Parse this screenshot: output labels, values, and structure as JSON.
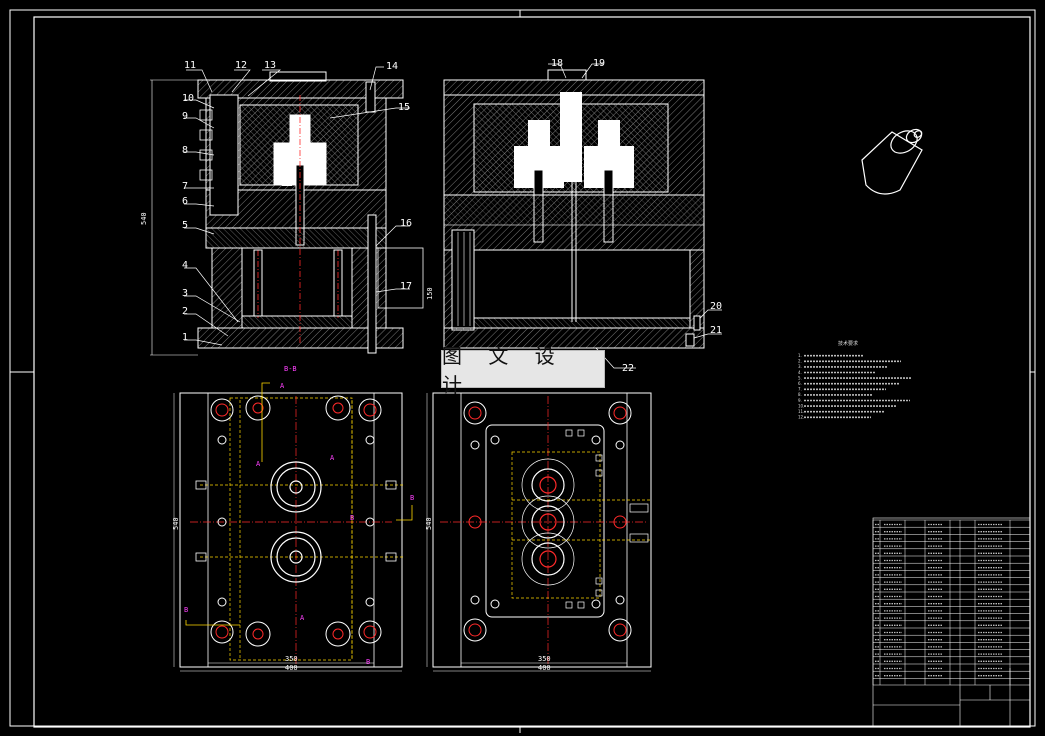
{
  "drawing": {
    "section_label": "B-B",
    "watermark_text": "图 文 设 计",
    "tech_requirements_title": "技术要求",
    "tech_requirements_lines": [
      "1.",
      "2.",
      "3.",
      "4.",
      "5.",
      "6.",
      "7.",
      "8.",
      "9.",
      "10.",
      "11.",
      "12."
    ]
  },
  "callouts_left": [
    "11",
    "12",
    "13",
    "14",
    "15",
    "10",
    "9",
    "8",
    "7",
    "6",
    "5",
    "16",
    "4",
    "17",
    "3",
    "2",
    "1"
  ],
  "callouts_right": [
    "18",
    "19",
    "20",
    "21",
    "22"
  ],
  "dimensions": {
    "front_height": "540",
    "plan_height_left": "540",
    "plan_height_right": "540",
    "plan_width_left_inner": "350",
    "plan_width_left_outer": "400",
    "plan_width_right_inner": "350",
    "plan_width_right_outer": "400",
    "side_block": "150"
  },
  "section_marks": [
    "A",
    "A",
    "A",
    "A",
    "B",
    "B",
    "B",
    "B"
  ],
  "colors": {
    "background": "#000000",
    "lines": "#ffffff",
    "centerline": "#ff2a2a",
    "hidden": "#ffd700",
    "section": "#ff00ff",
    "hatch": "#9a9a9a"
  }
}
